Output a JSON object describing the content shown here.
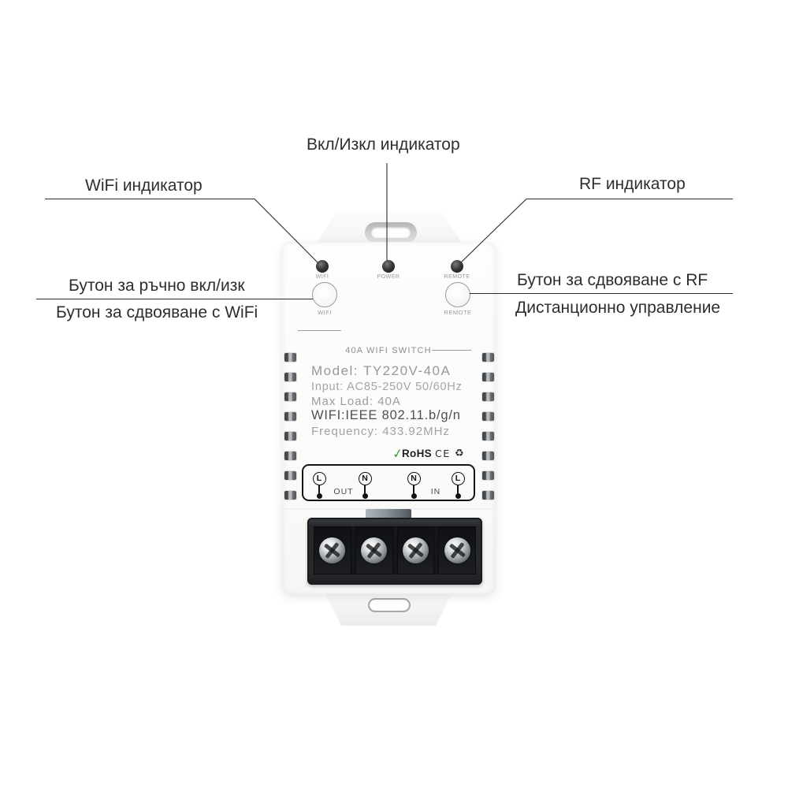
{
  "callouts": {
    "power_indicator": "Вкл/Изкл индикатор",
    "wifi_indicator": "WiFi индикатор",
    "rf_indicator": "RF индикатор",
    "manual_onoff_button": "Бутон за ръчно вкл/изк",
    "wifi_pairing_button": "Бутон за сдвояване с WiFi",
    "rf_pairing_button": "Бутон за сдвояване с RF",
    "remote_control": "Дистанционно управление"
  },
  "device": {
    "title": "40A WIFI SWITCH",
    "led_labels": {
      "wifi": "WIFI",
      "power": "POWER",
      "remote": "REMOTE"
    },
    "button_labels": {
      "wifi": "WIFI",
      "remote": "REMOTE"
    },
    "specs": {
      "model": "Model: TY220V-40A",
      "input": "Input: AC85-250V 50/60Hz",
      "max_load": "Max Load: 40A",
      "wifi_standard": "WIFI:IEEE 802.11.b/g/n",
      "frequency": "Frequency: 433.92MHz"
    },
    "certifications": {
      "rohs_check": "✓",
      "rohs": "RoHS",
      "ce": "CE",
      "recycle": "♻"
    },
    "terminals": {
      "letters": [
        "L",
        "N",
        "N",
        "L"
      ],
      "out_label": "OUT",
      "in_label": "IN"
    },
    "colors": {
      "callout_text": "#2e2e2e",
      "callout_line": "#2b2b2b",
      "spec_text": "#9b9b9b",
      "spec_text_dark": "#4f4f4f",
      "rohs_check_green": "#3f9b35",
      "terminal_block": "#26282c",
      "device_body": "#fcfcfb"
    }
  }
}
